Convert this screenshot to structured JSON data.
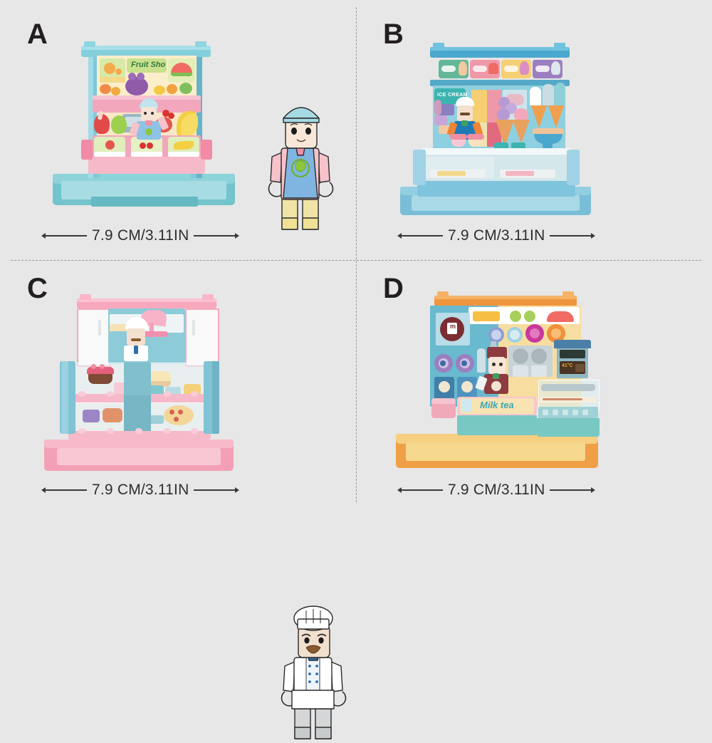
{
  "page": {
    "background_color": "#e7e7e7",
    "layout": "2x2-grid",
    "divider_style": "dashed-gray"
  },
  "dimension_label": {
    "text": "7.9 CM/3.11IN",
    "value_cm": 7.9,
    "value_in": 3.11
  },
  "panels": [
    {
      "id": "A",
      "label": "A",
      "name": "fruit-shop",
      "sign_text": "Fruit Sho",
      "dimension": "7.9 CM/3.11IN",
      "palette": {
        "frame": "#7fd0d8",
        "shelf": "#f2a9bd",
        "base": "#7cc9cf",
        "backboard": "#fbe9c4"
      },
      "figure": {
        "name": "fruit-vendor",
        "cap_color": "#a5d9e3",
        "shirt_color": "#f6c3cb",
        "apron_color": "#7fb5e0",
        "pants_color": "#f0e3a6",
        "logo": "green-fruit-badge",
        "has_mustache": false
      }
    },
    {
      "id": "B",
      "label": "B",
      "name": "ice-cream-shop",
      "sign_text": "ICE CREAM",
      "dimension": "7.9 CM/3.11IN",
      "palette": {
        "frame": "#4aa3cf",
        "shelf": "#9fd3e5",
        "base": "#7fc4dd",
        "backboard": "#8fd0e0"
      },
      "menu_boards": [
        "#63b89a",
        "#ef98a8",
        "#f5cf72",
        "#9b7fc0"
      ],
      "figure": {
        "name": "ice-cream-vendor",
        "cap_color": "#ffffff",
        "shirt_color": "#ef8434",
        "apron_color": "#1f7ab5",
        "pants_color": "#d8dadb",
        "logo": "ice-cream-cone-badge",
        "has_mustache": true
      }
    },
    {
      "id": "C",
      "label": "C",
      "name": "bakery-shop",
      "sign_text": "",
      "dimension": "7.9 CM/3.11IN",
      "palette": {
        "frame": "#f7a8bd",
        "shelf": "#f6b9c9",
        "base": "#f3a0b6",
        "backboard": "#8ecbd8"
      },
      "figure": {
        "name": "baker-chef",
        "cap_color": "#ffffff",
        "shirt_color": "#ffffff",
        "apron_color": "#ffffff",
        "pants_color": "#d4d6d7",
        "logo": "chef-coat-buttons",
        "has_mustache": true
      }
    },
    {
      "id": "D",
      "label": "D",
      "name": "milk-tea-shop",
      "sign_text": "Milk tea",
      "brand_text": "m",
      "register_display": "41°C",
      "dimension": "7.9 CM/3.11IN",
      "palette": {
        "frame": "#f0953f",
        "shelf": "#79c8c3",
        "base": "#f5d27a",
        "backboard": "#69b9cf"
      },
      "figure": {
        "name": "milk-tea-vendor",
        "cap_color": "#8d3b40",
        "shirt_color": "#ffffff",
        "apron_color": "#8d3b40",
        "pants_color": "#64b3de",
        "logo": "milk-tea-cup-badge",
        "has_mustache": false
      }
    }
  ]
}
